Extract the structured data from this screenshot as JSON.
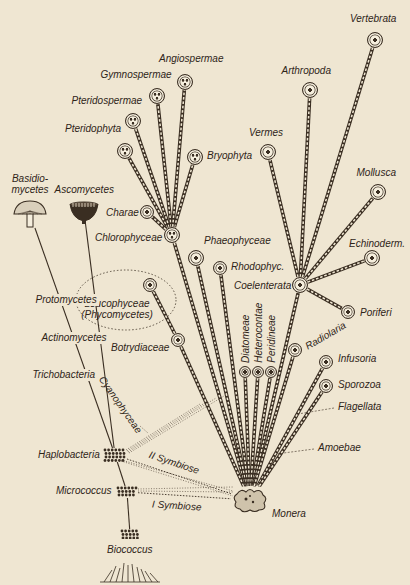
{
  "diagram": {
    "nodes": [
      {
        "text": [
          "Basidio- mycetes"
        ]
      },
      {
        "text": [
          "Ascomycetes"
        ]
      },
      {
        "text": [
          "Angiospermae"
        ]
      },
      {
        "text": [
          "Gymnospermae"
        ]
      },
      {
        "text": [
          "Pteridospermae"
        ]
      },
      {
        "text": [
          "Pteridophyta"
        ]
      },
      {
        "text": [
          "Bryophyta"
        ]
      },
      {
        "text": [
          "Charae"
        ]
      },
      {
        "text": [
          "Chlorophyceae"
        ]
      },
      {
        "text": [
          "Phaeophyceae"
        ]
      },
      {
        "text": [
          "Rhodophyc."
        ]
      },
      {
        "text": [
          "Leucophyceae (Phycomycetes)"
        ]
      },
      {
        "text": [
          "Botrydiaceae"
        ]
      },
      {
        "text": [
          "Diatomeae"
        ]
      },
      {
        "text": [
          "Heterocontae"
        ]
      },
      {
        "text": [
          "Peridineae"
        ]
      },
      {
        "text": [
          "Vertebrata"
        ]
      },
      {
        "text": [
          "Arthropoda"
        ]
      },
      {
        "text": [
          "Vermes"
        ]
      },
      {
        "text": [
          "Mollusca"
        ]
      },
      {
        "text": [
          "Echinoderm."
        ]
      },
      {
        "text": [
          "Coelenterata"
        ]
      },
      {
        "text": [
          "Poriferi"
        ]
      },
      {
        "text": [
          "Radiolaria"
        ]
      },
      {
        "text": [
          "Infusoria"
        ]
      },
      {
        "text": [
          "Sporozoa"
        ]
      },
      {
        "text": [
          "Haplobacteria"
        ]
      },
      {
        "text": [
          "Micrococcus"
        ]
      },
      {
        "text": [
          "Biococcus"
        ]
      },
      {
        "text": [
          "Monera"
        ]
      }
    ],
    "edges": [
      {
        "from": 28,
        "to": 27,
        "arrow": "none"
      },
      {
        "from": 27,
        "to": 26,
        "arrow": "none"
      },
      {
        "from": 26,
        "to": 0,
        "arrow": "none"
      },
      {
        "from": 26,
        "to": 1,
        "arrow": "none"
      },
      {
        "from": 27,
        "to": 29,
        "label": "I Symbiose",
        "arrow": "none"
      },
      {
        "from": 26,
        "to": 29,
        "label": "II Symbiose",
        "arrow": "none"
      },
      {
        "from": 29,
        "to": 12,
        "arrow": "none"
      },
      {
        "from": 12,
        "to": 11,
        "arrow": "none"
      },
      {
        "from": 29,
        "to": 8,
        "arrow": "none"
      },
      {
        "from": 29,
        "to": 9,
        "arrow": "none"
      },
      {
        "from": 29,
        "to": 10,
        "arrow": "none"
      },
      {
        "from": 29,
        "to": 13,
        "arrow": "none"
      },
      {
        "from": 29,
        "to": 14,
        "arrow": "none"
      },
      {
        "from": 29,
        "to": 15,
        "arrow": "none"
      },
      {
        "from": 8,
        "to": 7,
        "arrow": "none"
      },
      {
        "from": 8,
        "to": 6,
        "arrow": "none"
      },
      {
        "from": 8,
        "to": 5,
        "arrow": "none"
      },
      {
        "from": 8,
        "to": 4,
        "arrow": "none"
      },
      {
        "from": 8,
        "to": 3,
        "arrow": "none"
      },
      {
        "from": 8,
        "to": 2,
        "arrow": "none"
      },
      {
        "from": 29,
        "to": 21,
        "arrow": "none"
      },
      {
        "from": 21,
        "to": 22,
        "arrow": "none"
      },
      {
        "from": 21,
        "to": 20,
        "arrow": "none"
      },
      {
        "from": 21,
        "to": 19,
        "arrow": "none"
      },
      {
        "from": 21,
        "to": 18,
        "arrow": "none"
      },
      {
        "from": 21,
        "to": 17,
        "arrow": "none"
      },
      {
        "from": 21,
        "to": 16,
        "arrow": "none"
      },
      {
        "from": 29,
        "to": 23,
        "arrow": "none"
      },
      {
        "from": 29,
        "to": 24,
        "arrow": "none"
      },
      {
        "from": 29,
        "to": 25,
        "arrow": "none"
      }
    ],
    "labels": [
      "Protomycetes",
      "Actinomycetes",
      "Trichobacteria",
      "Cyanophyceae",
      "Flagellata",
      "Amoebae"
    ]
  }
}
